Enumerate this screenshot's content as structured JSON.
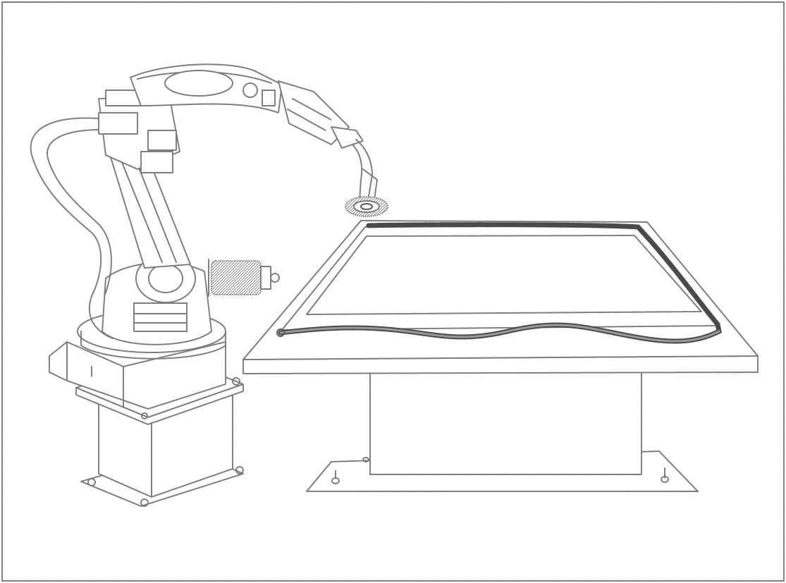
{
  "figure": {
    "components": [
      {
        "id": "frame",
        "icon": "frame-border"
      },
      {
        "id": "robot-arm",
        "icon": "industrial-robot-icon"
      },
      {
        "id": "robot-pedestal",
        "icon": "pedestal-icon"
      },
      {
        "id": "dispensing-nozzle",
        "icon": "nozzle-icon"
      },
      {
        "id": "work-table",
        "icon": "table-icon"
      },
      {
        "id": "panel-workpiece",
        "icon": "panel-icon"
      },
      {
        "id": "sealant-bead",
        "icon": "bead-icon"
      }
    ],
    "colors": {
      "line": "#7a7a7a",
      "bead": "#4a4a4a",
      "background": "#ffffff"
    }
  }
}
